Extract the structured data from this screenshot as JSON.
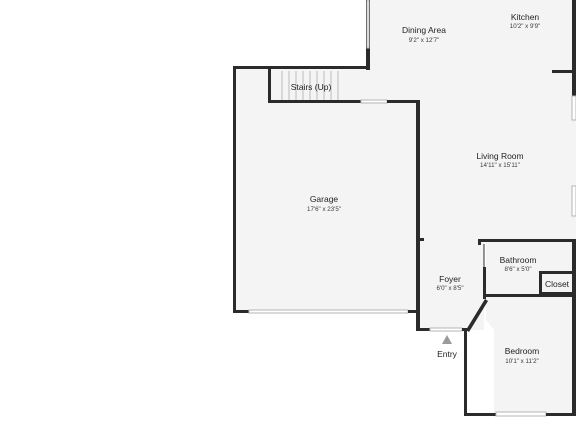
{
  "rooms": {
    "dining": {
      "name": "Dining Area",
      "dims": "9'2\" x 12'7\""
    },
    "kitchen": {
      "name": "Kitchen",
      "dims": "10'2\" x 9'9\""
    },
    "stairs": {
      "name": "Stairs (Up)"
    },
    "garage": {
      "name": "Garage",
      "dims": "17'6\" x 23'5\""
    },
    "living": {
      "name": "Living Room",
      "dims": "14'11\" x 15'11\""
    },
    "bathroom": {
      "name": "Bathroom",
      "dims": "8'6\" x 5'0\""
    },
    "closet": {
      "name": "Closet"
    },
    "foyer": {
      "name": "Foyer",
      "dims": "6'0\" x 8'5\""
    },
    "bedroom": {
      "name": "Bedroom",
      "dims": "10'1\" x 11'2\""
    }
  },
  "entry": {
    "label": "Entry"
  },
  "colors": {
    "wall": "#2b2b2b",
    "floor": "#f4f4f4",
    "background": "#ffffff"
  }
}
